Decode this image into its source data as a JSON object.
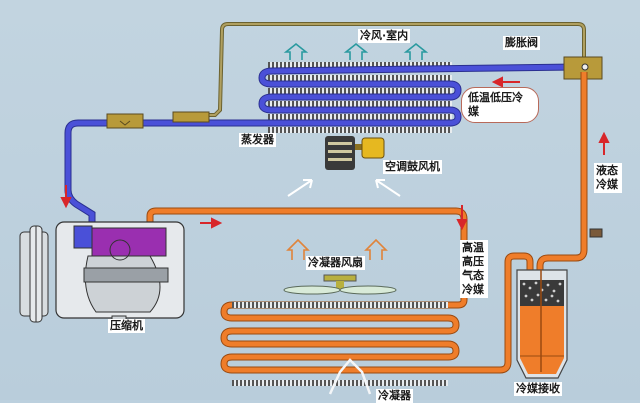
{
  "diagram": {
    "title": "汽车空调制冷循环",
    "labels": {
      "cold_air_indoor": "冷风·室内",
      "expansion_valve": "膨胀阀",
      "low_temp_low_pressure": "低温低压冷媒",
      "evaporator": "蒸发器",
      "ac_blower": "空调鼓风机",
      "liquid_refrigerant": "液态冷媒",
      "high_temp_high_pressure_gas": "高温高压气态冷媒",
      "condenser_fan": "冷凝器风扇",
      "compressor": "压缩机",
      "condenser": "冷凝器",
      "receiver": "冷媒接收"
    },
    "colors": {
      "low_pressure_line": "#3a3fc4",
      "high_pressure_line": "#ef7d2a",
      "background": "#bcd0de",
      "flow_arrow": "#d8262a",
      "cold_air_arrow": "#2a9aa0",
      "hot_air_arrow": "#e0843a",
      "valve_body": "#b89a3a",
      "compressor_chamber": "#9a2fb0"
    },
    "icons": {
      "flow": "red-flow-arrow",
      "cold_air": "teal-outline-up-arrow",
      "hot_air": "orange-outline-up-arrow",
      "intake_air": "white-line-arrow"
    }
  }
}
